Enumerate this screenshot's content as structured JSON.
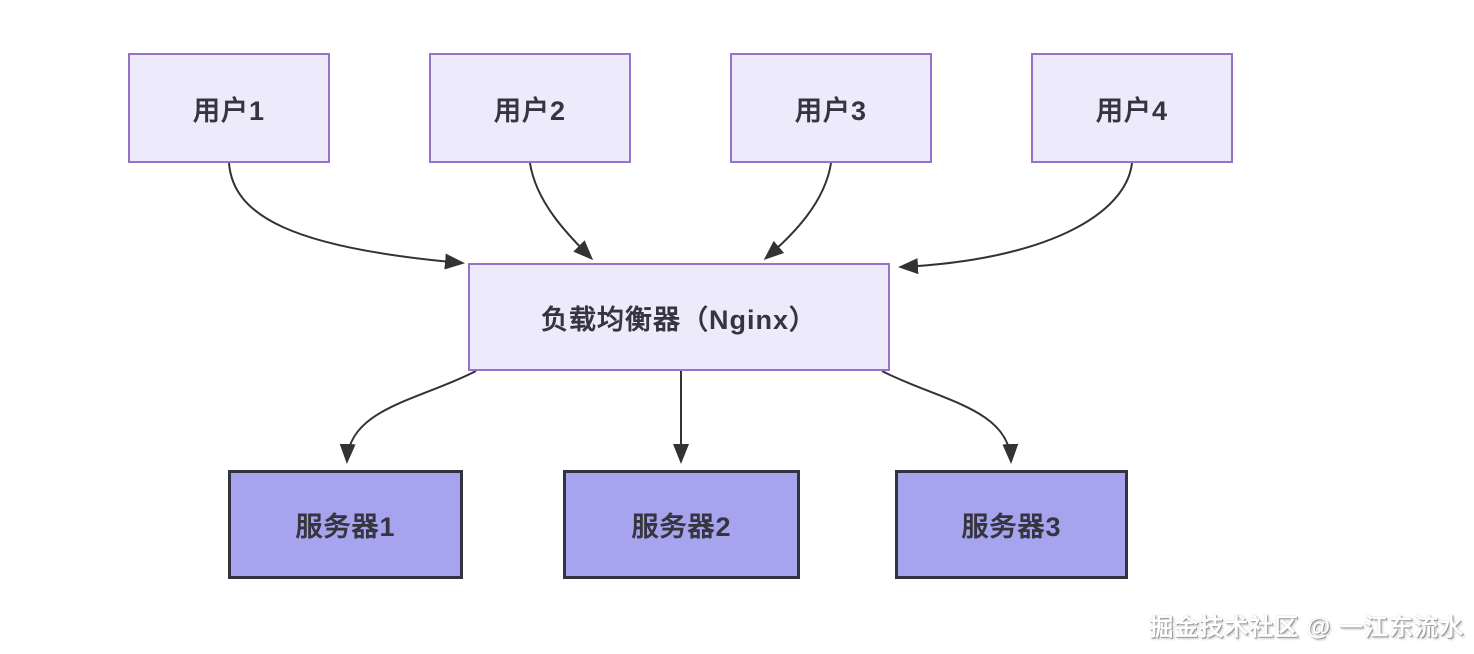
{
  "diagram": {
    "type": "load-balancer-architecture",
    "background_color": "#ffffff",
    "users": [
      {
        "id": "user-1",
        "label": "用户1"
      },
      {
        "id": "user-2",
        "label": "用户2"
      },
      {
        "id": "user-3",
        "label": "用户3"
      },
      {
        "id": "user-4",
        "label": "用户4"
      }
    ],
    "load_balancer": {
      "id": "load-balancer",
      "label": "负载均衡器（Nginx）"
    },
    "servers": [
      {
        "id": "server-1",
        "label": "服务器1"
      },
      {
        "id": "server-2",
        "label": "服务器2"
      },
      {
        "id": "server-3",
        "label": "服务器3"
      }
    ],
    "edges": [
      {
        "from": "user-1",
        "to": "load-balancer"
      },
      {
        "from": "user-2",
        "to": "load-balancer"
      },
      {
        "from": "user-3",
        "to": "load-balancer"
      },
      {
        "from": "user-4",
        "to": "load-balancer"
      },
      {
        "from": "load-balancer",
        "to": "server-1"
      },
      {
        "from": "load-balancer",
        "to": "server-2"
      },
      {
        "from": "load-balancer",
        "to": "server-3"
      }
    ],
    "watermark": "掘金技术社区 @ 一江东流水",
    "colors": {
      "user_box_fill": "#eceafb",
      "user_box_border": "#9673c9",
      "lb_box_fill": "#eceafb",
      "lb_box_border": "#9673c9",
      "server_box_fill": "#a7a4ef",
      "server_box_border": "#33323e",
      "arrow": "#333333",
      "node_text": "#35343f",
      "watermark_text": "#ffffff"
    }
  }
}
